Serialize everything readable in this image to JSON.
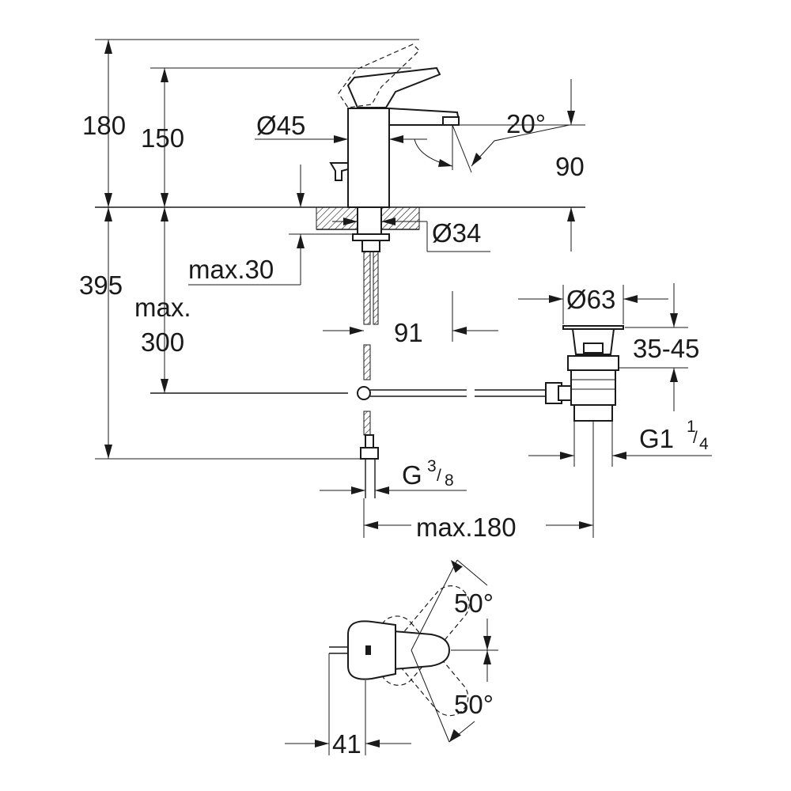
{
  "colors": {
    "line": "#1a1a1a",
    "background": "#ffffff"
  },
  "labels": {
    "h180": "180",
    "h150": "150",
    "d45": "Ø45",
    "a20": "20°",
    "d90": "90",
    "d34": "Ø34",
    "max30": "max.30",
    "h395": "395",
    "max": "max.",
    "h300": "300",
    "d91": "91",
    "d63": "Ø63",
    "r3545": "35-45",
    "g1": "G1",
    "g1_num": "1",
    "g1_slash": "/",
    "g1_den": "4",
    "g38": "G",
    "g38_num": "3",
    "g38_slash": "/",
    "g38_den": "8",
    "max180": "max.180",
    "a50_top": "50°",
    "a50_bottom": "50°",
    "d41": "41"
  }
}
